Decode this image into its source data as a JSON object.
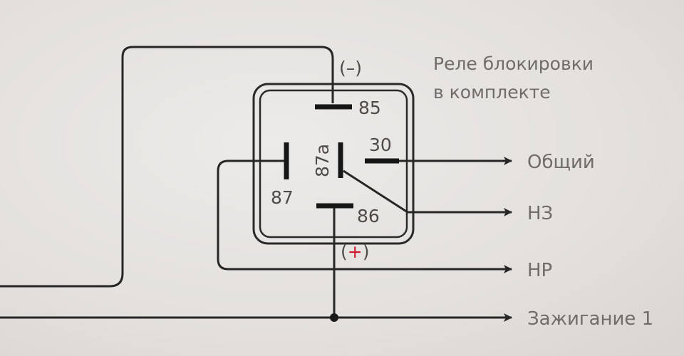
{
  "relay": {
    "title_line1": "Реле блокировки",
    "title_line2": "в комплекте",
    "pins": {
      "p85": "85",
      "p30": "30",
      "p87a": "87a",
      "p87": "87",
      "p86": "86"
    },
    "polarity_minus": "(–)",
    "polarity_plus": "+",
    "polarity_plus_open": "(",
    "polarity_plus_close": ")",
    "plus_color": "#d0182b"
  },
  "outputs": {
    "common": "Общий",
    "nc": "НЗ",
    "no": "НР",
    "ignition": "Зажигание 1"
  }
}
